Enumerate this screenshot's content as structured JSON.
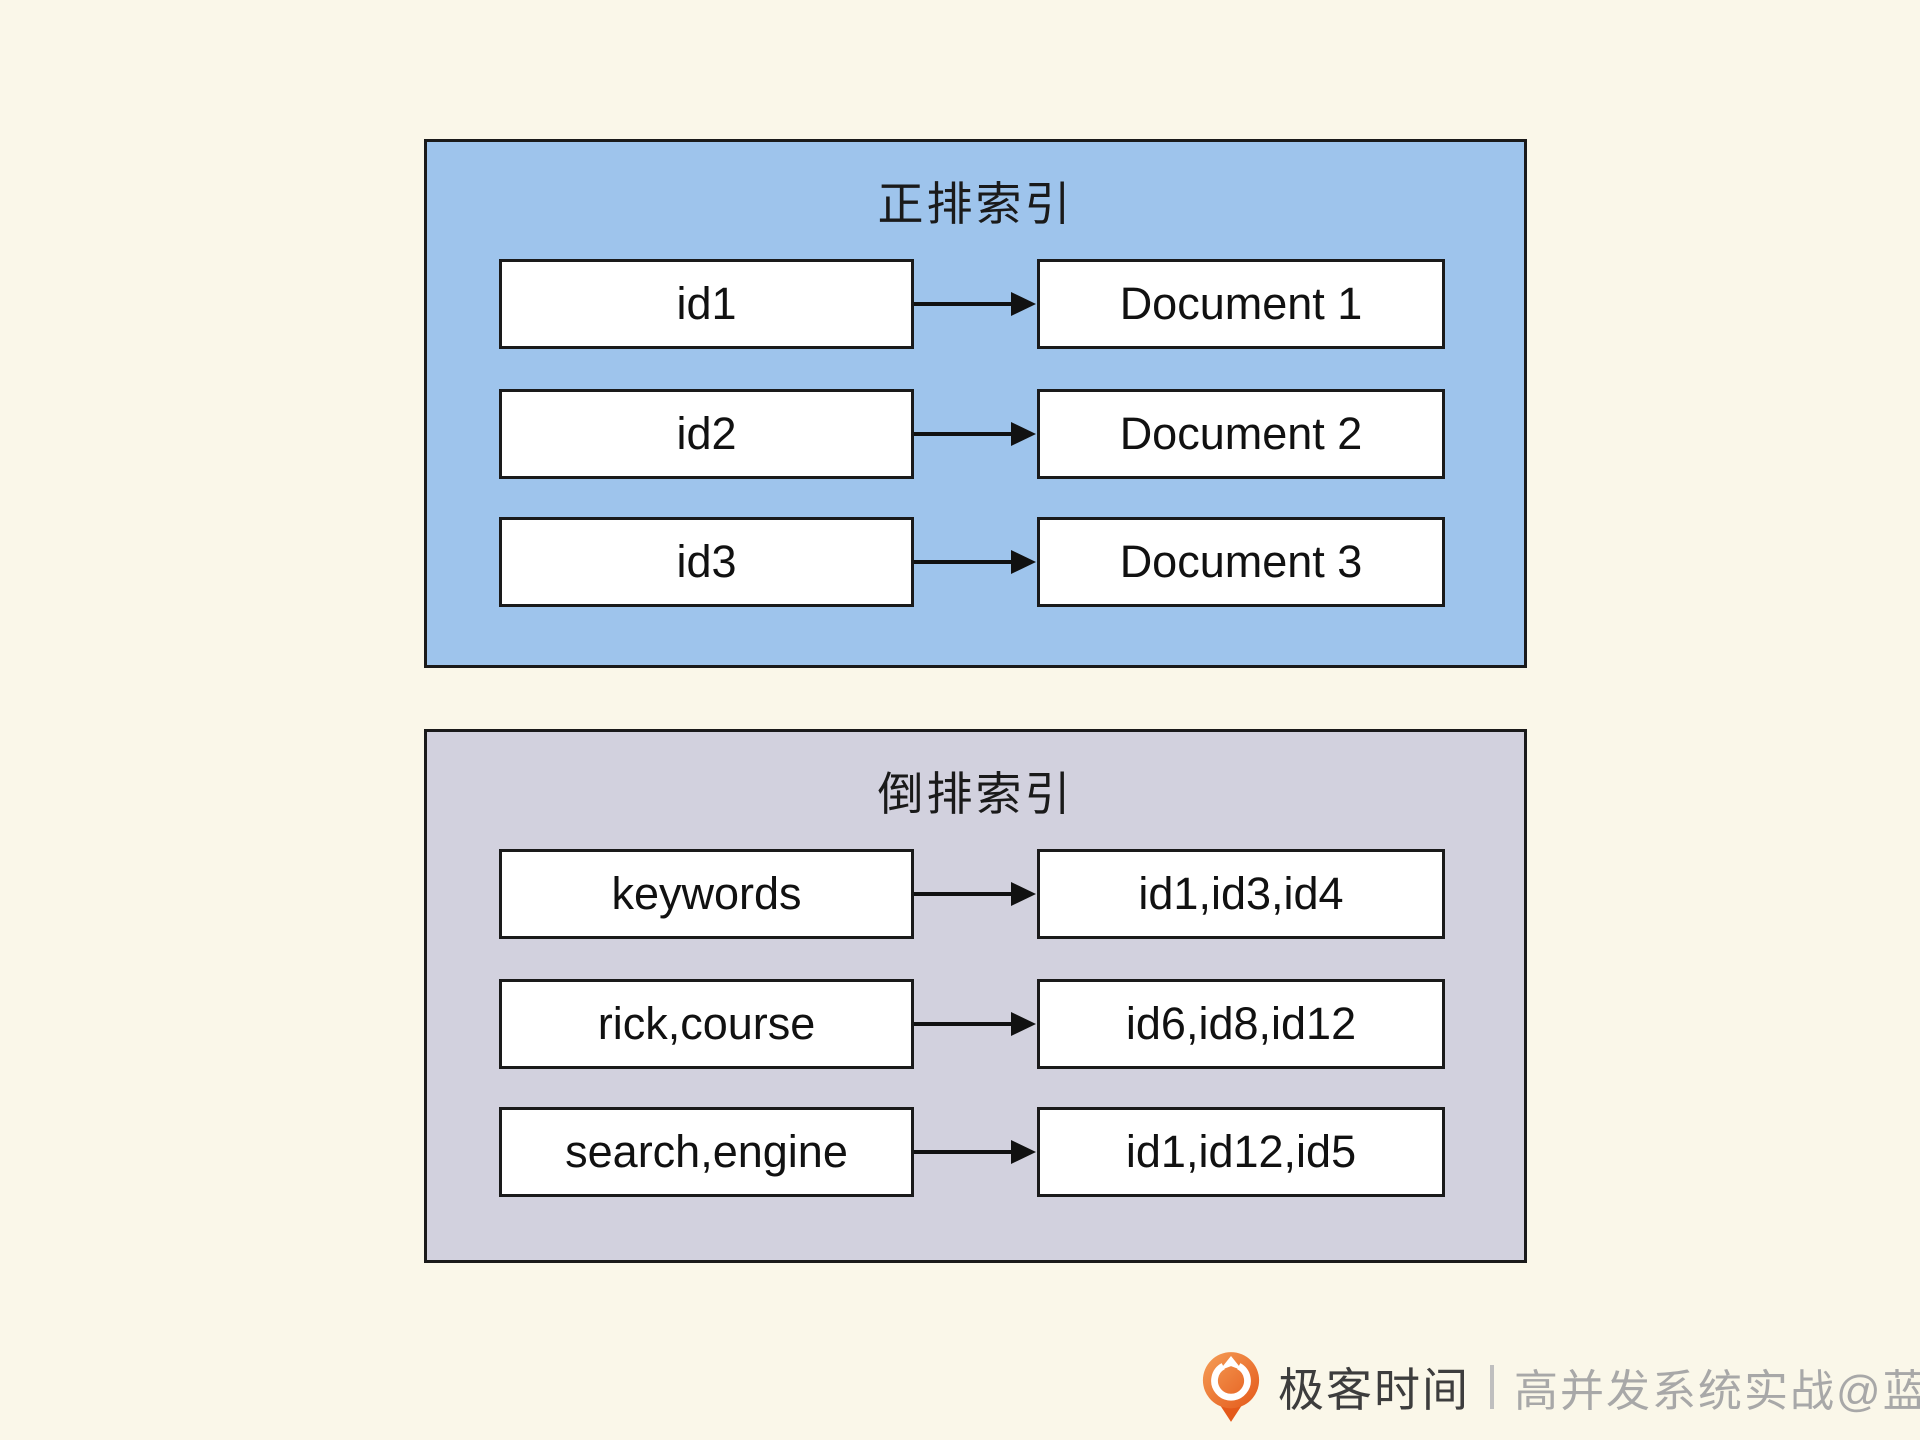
{
  "canvas": {
    "background": "#FAF7E9"
  },
  "panels": [
    {
      "title": "正排索引",
      "bg": "#9EC4EC",
      "rows": [
        {
          "key": "id1",
          "value": "Document 1"
        },
        {
          "key": "id2",
          "value": "Document 2"
        },
        {
          "key": "id3",
          "value": "Document 3"
        }
      ]
    },
    {
      "title": "倒排索引",
      "bg": "#D2D1DE",
      "rows": [
        {
          "key": "keywords",
          "value": "id1,id3,id4"
        },
        {
          "key": "rick,course",
          "value": "id6,id8,id12"
        },
        {
          "key": "search,engine",
          "value": "id1,id12,id5"
        }
      ]
    }
  ],
  "footer": {
    "brand": "极客时间",
    "credit": "高并发系统实战@蓝天",
    "logo_icon": "geektime-pin-icon",
    "colors": {
      "logo_orange_light": "#F59E57",
      "logo_orange_dark": "#E4591A",
      "brand_text": "#3D3D3D",
      "credit_text": "#A8A8A8"
    }
  }
}
